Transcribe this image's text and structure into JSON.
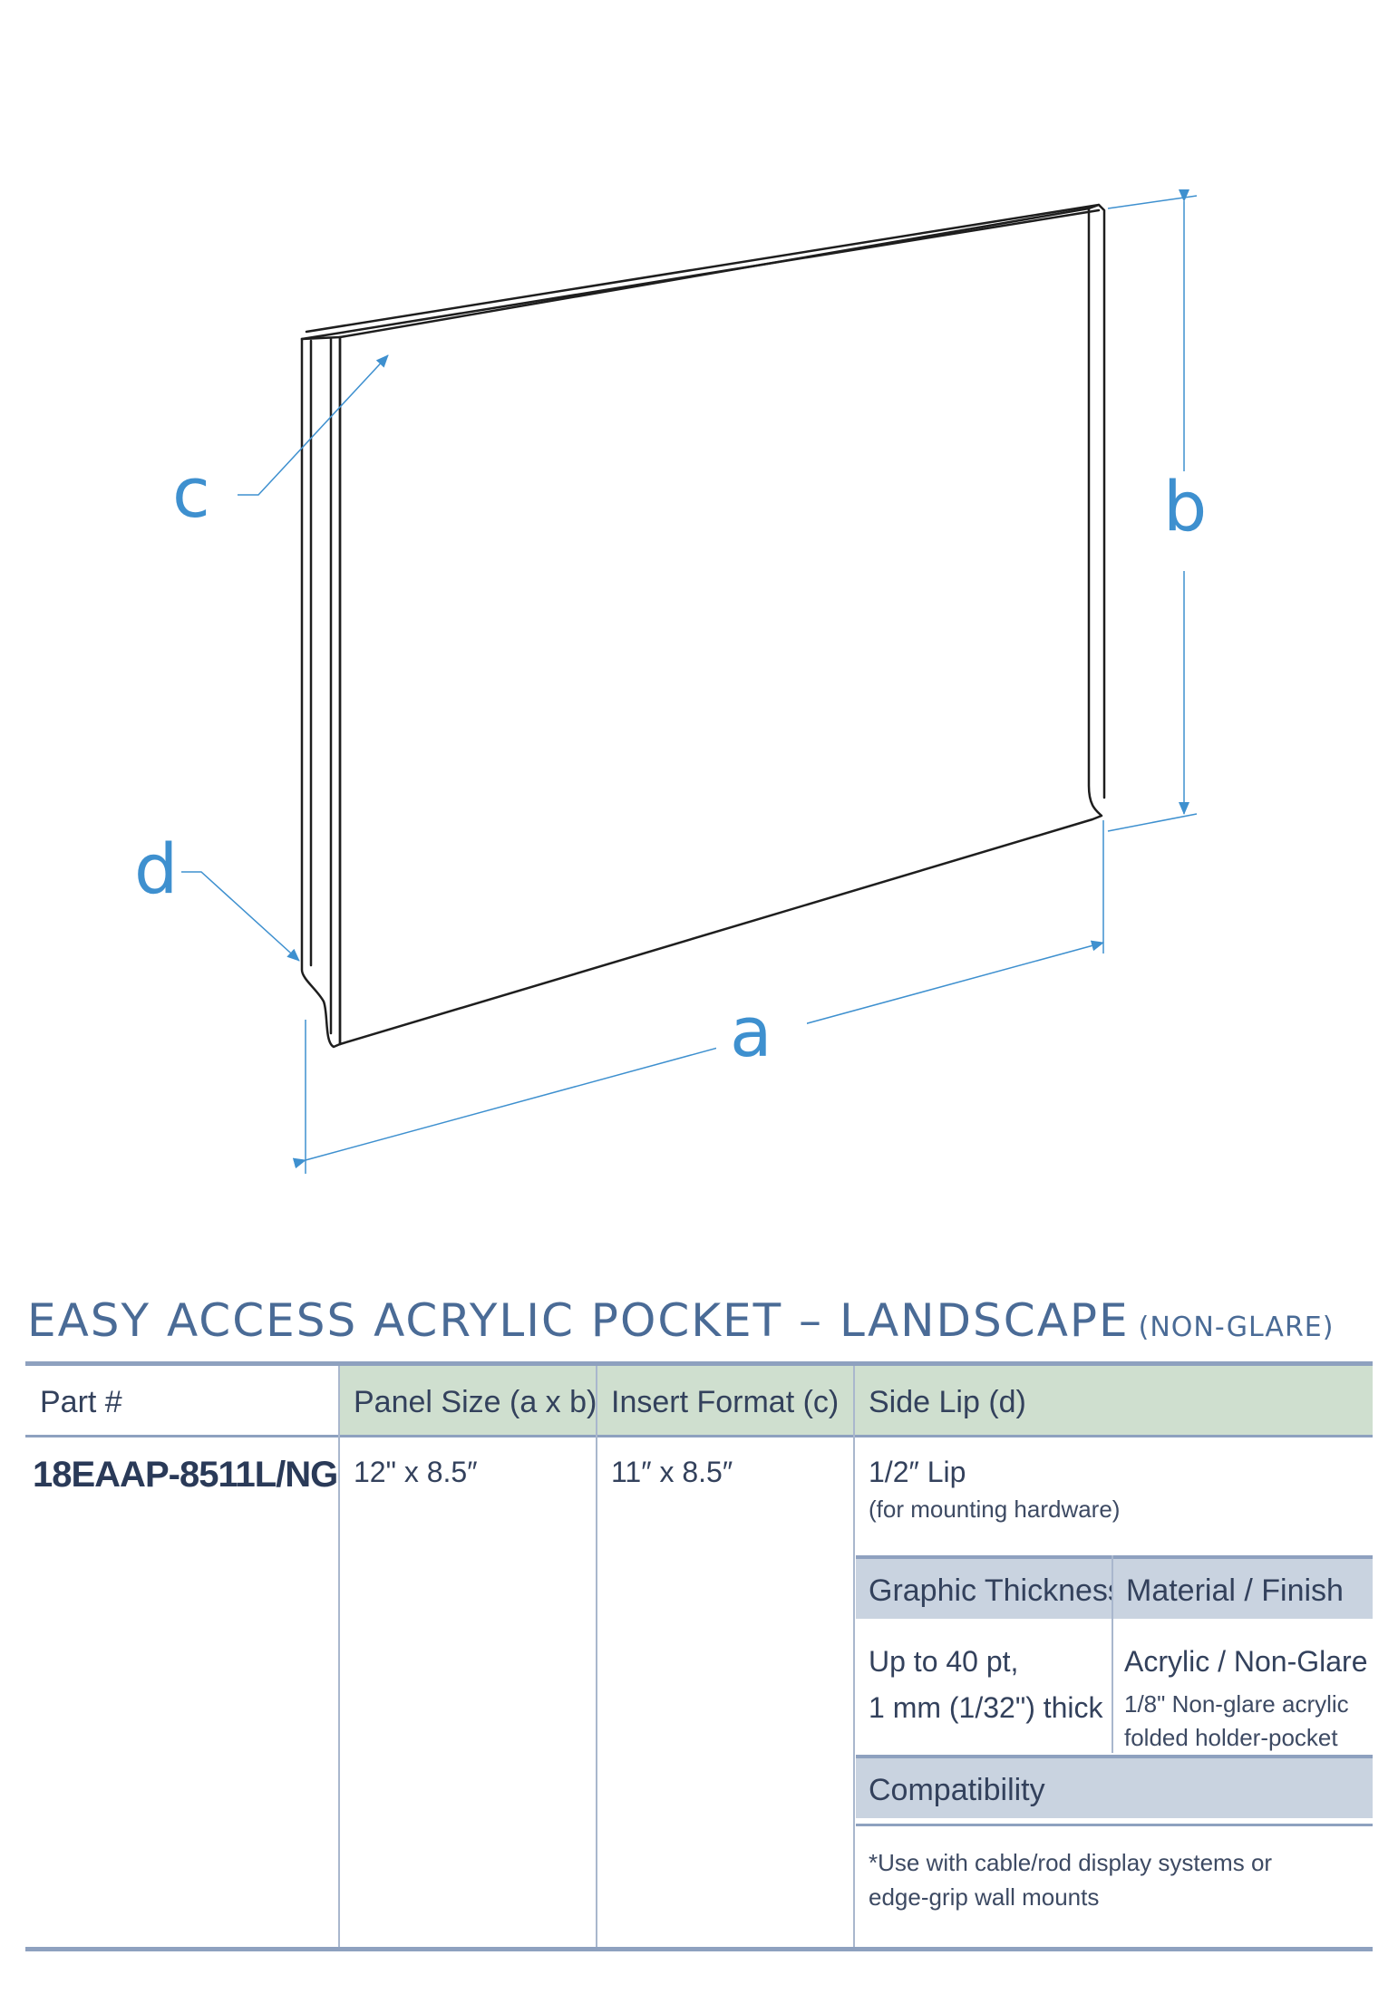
{
  "diagram": {
    "labels": {
      "a": "a",
      "b": "b",
      "c": "c",
      "d": "d"
    },
    "colors": {
      "outline": "#1e1e1e",
      "dimension": "#3e90cf"
    }
  },
  "title": {
    "main": "EASY ACCESS ACRYLIC POCKET – LANDSCAPE",
    "sub": "(NON-GLARE)"
  },
  "table": {
    "headers": {
      "part": "Part #",
      "panel_size": "Panel Size (a x b)",
      "insert_format": "Insert Format (c)",
      "side_lip": "Side Lip (d)"
    },
    "row": {
      "part": "18EAAP-8511L/NG",
      "panel_size": "12\" x 8.5″",
      "insert_format": "11″ x 8.5″",
      "side_lip": "1/2″ Lip",
      "side_lip_note": "(for mounting hardware)"
    },
    "graphic_thickness": {
      "header": "Graphic Thickness",
      "line1": "Up to 40 pt,",
      "line2": "1 mm (1/32\") thick"
    },
    "material": {
      "header": "Material / Finish",
      "value": "Acrylic / Non-Glare",
      "note1": "1/8\" Non-glare acrylic",
      "note2": "folded holder-pocket"
    },
    "compatibility": {
      "header": "Compatibility",
      "line1": "*Use with cable/rod display systems or",
      "line2": "edge-grip wall mounts"
    }
  },
  "colors": {
    "header_green": "#cfdfcf",
    "header_blue": "#c9d3e0",
    "rule": "#8ea1bf",
    "title": "#4a6b96",
    "text": "#33415c"
  }
}
